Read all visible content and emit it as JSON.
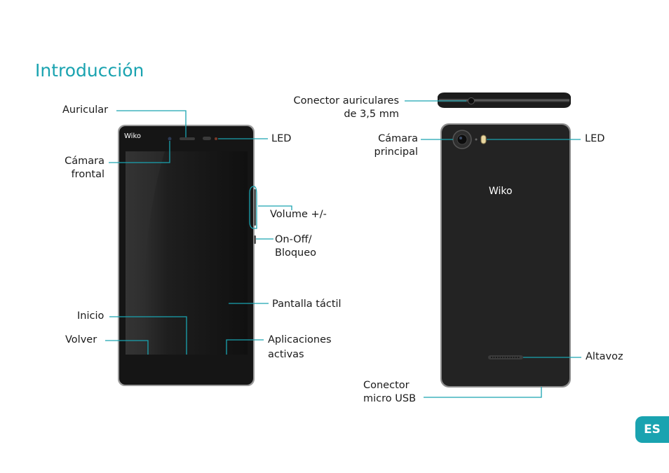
{
  "page": {
    "title": "Introducción",
    "lang_badge": "ES"
  },
  "front": {
    "brand": "Wiko",
    "labels": {
      "earpiece": "Auricular",
      "front_camera_1": "Cámara",
      "front_camera_2": "frontal",
      "led": "LED",
      "volume": "Volume +/-",
      "power_1": "On-Off/",
      "power_2": "Bloqueo",
      "touchscreen": "Pantalla táctil",
      "home": "Inicio",
      "back": "Volver",
      "recent_1": "Aplicaciones",
      "recent_2": "activas"
    }
  },
  "back": {
    "brand": "Wiko",
    "labels": {
      "headphone_1": "Conector  auriculares",
      "headphone_2": "de 3,5 mm",
      "main_camera_1": "Cámara",
      "main_camera_2": "principal",
      "led": "LED",
      "speaker": "Altavoz",
      "usb_1": "Conector",
      "usb_2": "micro USB"
    }
  },
  "colors": {
    "accent": "#1aa3b0",
    "device": "#232323"
  }
}
